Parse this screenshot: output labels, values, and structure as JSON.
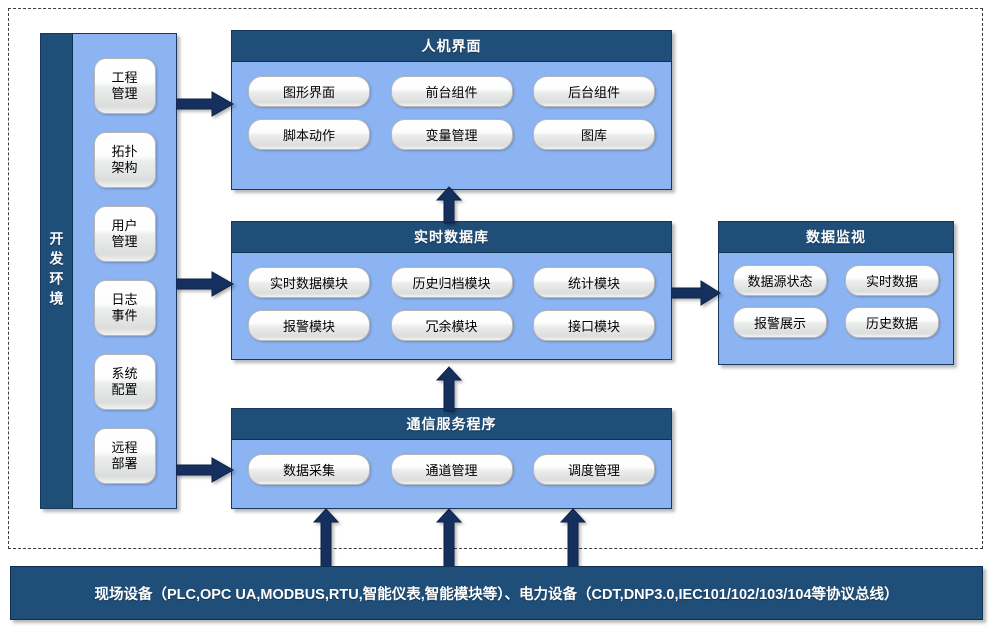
{
  "diagram": {
    "title_hidden": "",
    "colors": {
      "header_blue": "#1F4E79",
      "body_blue": "#8CB3F2",
      "arrow_navy": "#0F2B5B",
      "pill_gray": "#DCDDDD",
      "dashed_border": "#3D3D3D"
    }
  },
  "dev_env": {
    "strip_label": "开发环境",
    "items": [
      {
        "label_line1": "工程",
        "label_line2": "管理"
      },
      {
        "label_line1": "拓扑",
        "label_line2": "架构"
      },
      {
        "label_line1": "用户",
        "label_line2": "管理"
      },
      {
        "label_line1": "日志",
        "label_line2": "事件"
      },
      {
        "label_line1": "系统",
        "label_line2": "配置"
      },
      {
        "label_line1": "远程",
        "label_line2": "部署"
      }
    ]
  },
  "panels": {
    "hmi": {
      "title": "人机界面",
      "items": [
        "图形界面",
        "前台组件",
        "后台组件",
        "脚本动作",
        "变量管理",
        "图库"
      ]
    },
    "rtdb": {
      "title": "实时数据库",
      "items": [
        "实时数据模块",
        "历史归档模块",
        "统计模块",
        "报警模块",
        "冗余模块",
        "接口模块"
      ]
    },
    "comm": {
      "title": "通信服务程序",
      "items": [
        "数据采集",
        "通道管理",
        "调度管理"
      ]
    },
    "monitor": {
      "title": "数据监视",
      "items": [
        "数据源状态",
        "实时数据",
        "报警展示",
        "历史数据"
      ]
    }
  },
  "banner": {
    "text": "现场设备（PLC,OPC UA,MODBUS,RTU,智能仪表,智能模块等）、电力设备（CDT,DNP3.0,IEC101/102/103/104等协议总线）"
  },
  "arrows": [
    {
      "name": "arrow-dev-to-hmi",
      "direction": "right"
    },
    {
      "name": "arrow-dev-to-rtdb",
      "direction": "right"
    },
    {
      "name": "arrow-dev-to-comm",
      "direction": "right"
    },
    {
      "name": "arrow-rtdb-to-hmi",
      "direction": "up"
    },
    {
      "name": "arrow-comm-to-rtdb",
      "direction": "up"
    },
    {
      "name": "arrow-rtdb-to-monitor",
      "direction": "right"
    },
    {
      "name": "arrow-field-to-comm-left",
      "direction": "up"
    },
    {
      "name": "arrow-field-to-comm-center",
      "direction": "up"
    },
    {
      "name": "arrow-field-to-comm-right",
      "direction": "up"
    }
  ]
}
